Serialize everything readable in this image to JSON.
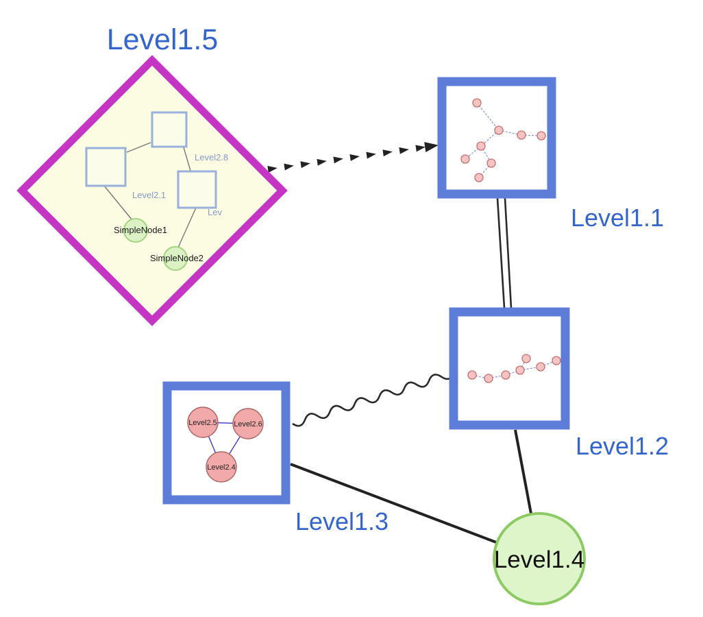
{
  "palette": {
    "label_blue": "#3465cc",
    "diamond_magenta": "#c435c4",
    "diamond_fill_yellow": "#fcfce2",
    "group_border_blue": "#5d7dd8",
    "green_node_fill": "#def4c9",
    "green_node_stroke": "#8ccb63",
    "pink_node_fill": "#f1a9a9",
    "mini_edge_blue": "#8693d8",
    "edge_black": "#222222"
  },
  "nodes": {
    "level15": {
      "label": "Level1.5"
    },
    "level11": {
      "label": "Level1.1"
    },
    "level12": {
      "label": "Level1.2"
    },
    "level13": {
      "label": "Level1.3"
    },
    "level14": {
      "label": "Level1.4"
    }
  },
  "level15_children": {
    "square_top": {
      "label": "Level2.8"
    },
    "square_left": {
      "label": "Level2.1"
    },
    "square_right": {
      "label": "Lev"
    },
    "simple1": {
      "label": "SimpleNode1"
    },
    "simple2": {
      "label": "SimpleNode2"
    }
  },
  "level13_children": {
    "c1": {
      "label": "Level2.5"
    },
    "c2": {
      "label": "Level2.6"
    },
    "c3": {
      "label": "Level2.4"
    }
  },
  "edges": {
    "level15_level11": {
      "style": "dashed-arrow"
    },
    "level11_level12": {
      "style": "double-line"
    },
    "level13_level12": {
      "style": "wavy"
    },
    "level13_level14": {
      "style": "solid"
    },
    "level12_level14": {
      "style": "solid"
    }
  }
}
